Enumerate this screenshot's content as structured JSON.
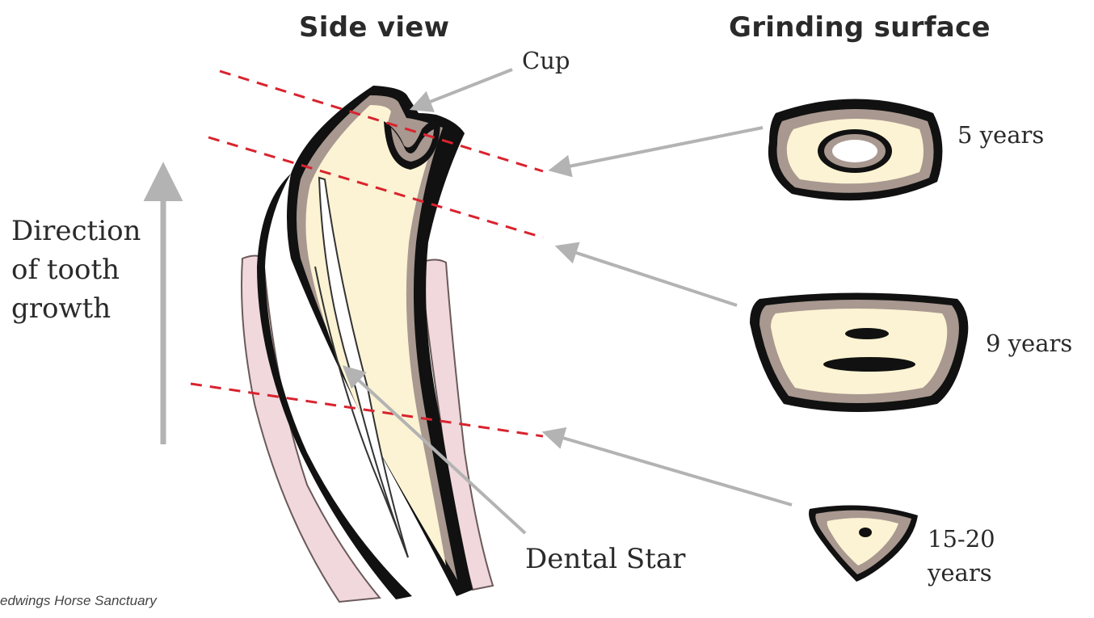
{
  "headings": {
    "side_view": "Side view",
    "grinding_surface": "Grinding surface"
  },
  "labels": {
    "cup": "Cup",
    "direction_line1": "Direction",
    "direction_line2": "of tooth",
    "direction_line3": "growth",
    "dental_star": "Dental Star",
    "age_5": "5 years",
    "age_9": "9 years",
    "age_15_line1": "15-20",
    "age_15_line2": "years"
  },
  "credit": "edwings Horse Sanctuary",
  "colors": {
    "enamel": "#111111",
    "cementum": "#a89890",
    "dentine": "#fbf3d3",
    "gum": "#f0d8dc",
    "arrow": "#b3b3b3",
    "cut_line": "#d9232e",
    "text": "#2a2a2a"
  }
}
